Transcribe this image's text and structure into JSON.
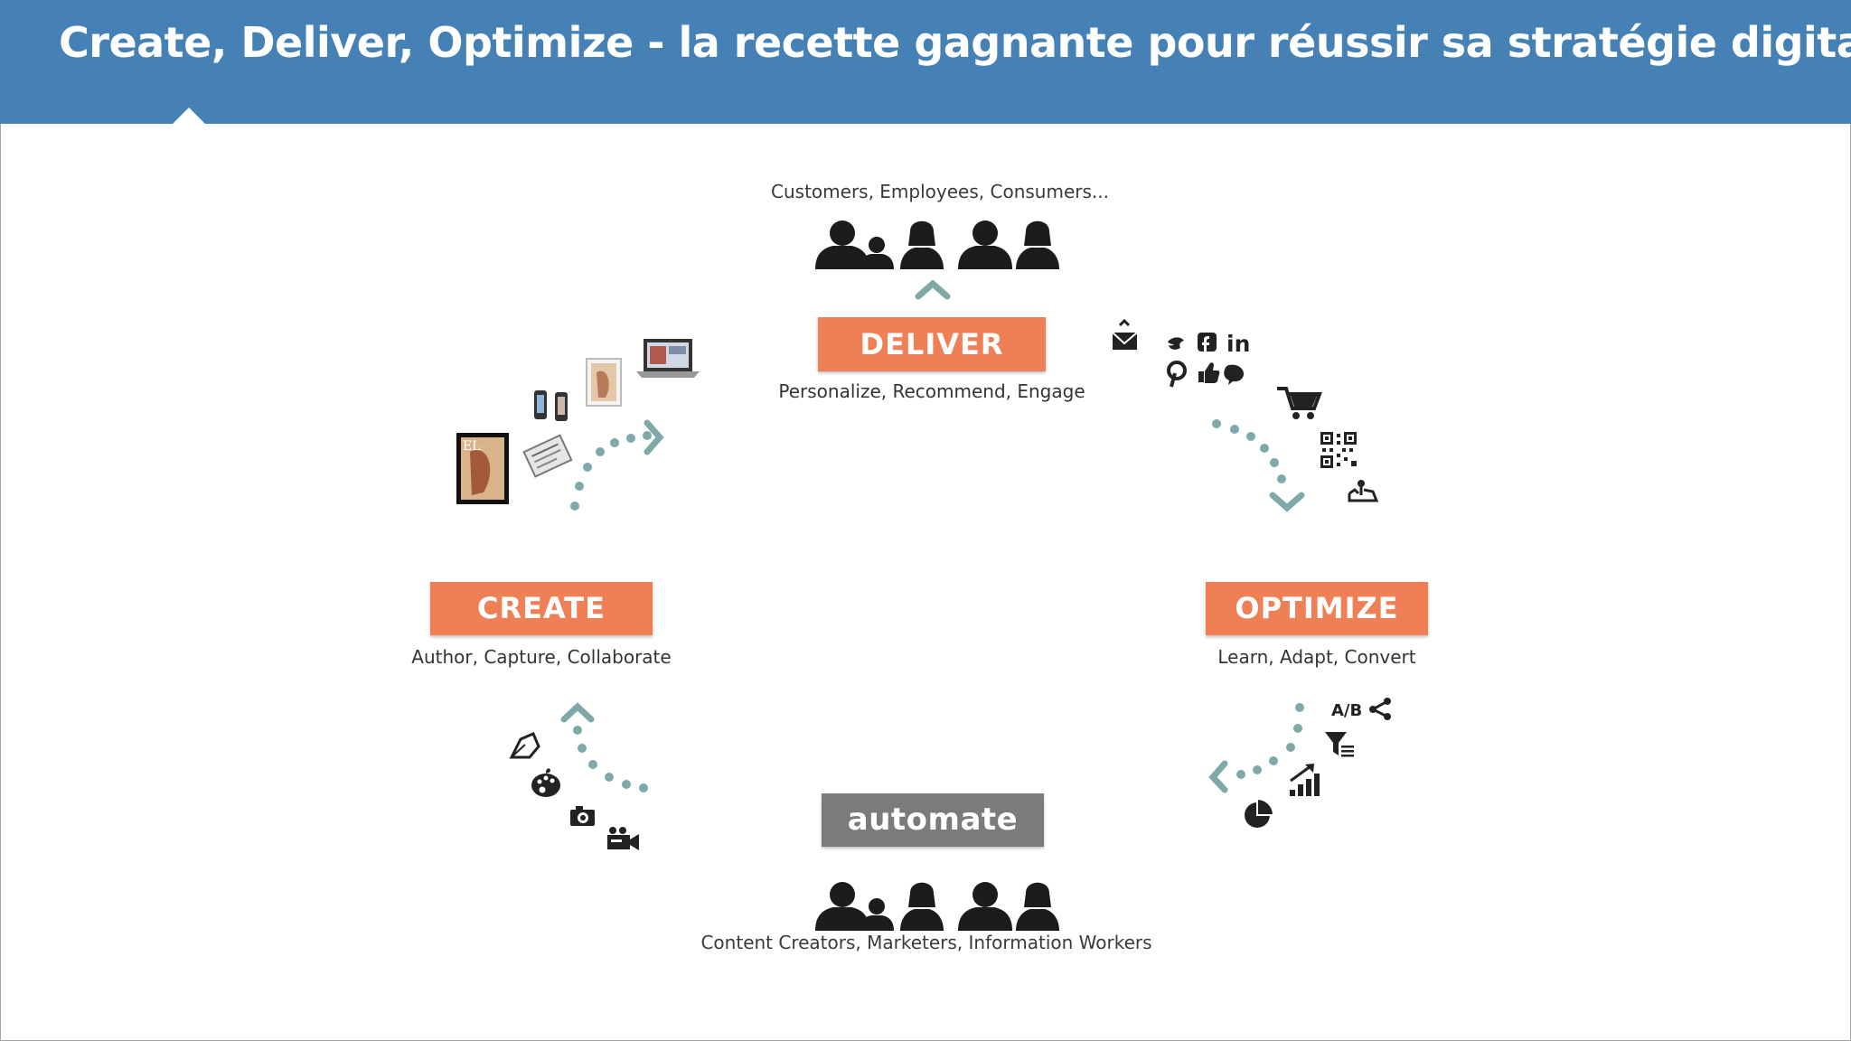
{
  "header": {
    "title": "Create, Deliver, Optimize - la recette gagnante pour réussir sa stratégie digitale",
    "background_color": "#4581b5"
  },
  "stages": {
    "deliver": {
      "label": "DELIVER",
      "caption": "Personalize, Recommend, Engage",
      "color": "#ef7f55"
    },
    "create": {
      "label": "CREATE",
      "caption": "Author, Capture, Collaborate",
      "color": "#ef7f55"
    },
    "optimize": {
      "label": "OPTIMIZE",
      "caption": "Learn, Adapt, Convert",
      "color": "#ef7f55"
    },
    "automate": {
      "label": "automate",
      "color": "#7b7b7d"
    }
  },
  "audiences": {
    "top": "Customers, Employees, Consumers...",
    "bottom": "Content Creators, Marketers, Information Workers"
  },
  "icons": {
    "deliver_channels": [
      "email-icon",
      "twitter-icon",
      "facebook-icon",
      "linkedin-icon",
      "pinterest-icon",
      "like-icon",
      "chat-icon",
      "shopping-cart-icon",
      "qr-code-icon",
      "location-map-icon"
    ],
    "optimize_tools": [
      "ab-test-icon",
      "share-icon",
      "filter-icon",
      "bar-chart-icon",
      "pie-chart-icon"
    ],
    "create_tools": [
      "pen-icon",
      "palette-icon",
      "camera-icon",
      "video-camera-icon"
    ],
    "create_devices": [
      "magazine-icon",
      "newspaper-icon",
      "phones-icon",
      "tablet-icon",
      "laptop-icon"
    ],
    "arrow_color": "#7fa8a8",
    "ab_label": "A/B",
    "linkedin_label": "in",
    "magazine_label": "EL"
  }
}
